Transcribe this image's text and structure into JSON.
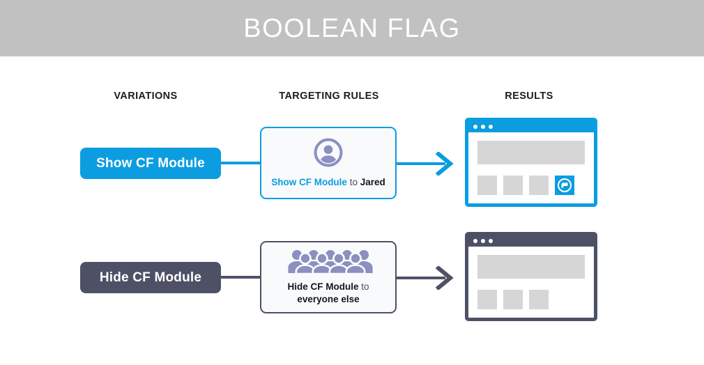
{
  "header": {
    "title": "BOOLEAN FLAG",
    "background_color": "#c1c1c1",
    "text_color": "#ffffff"
  },
  "columns": {
    "variations": "VARIATIONS",
    "targeting_rules": "TARGETING RULES",
    "results": "RESULTS"
  },
  "colors": {
    "accent_blue": "#0b9de0",
    "dark_slate": "#4e5166",
    "person_icon": "#8b90c0",
    "placeholder_gray": "#d6d6d6",
    "card_background": "#f8fafc"
  },
  "rows": [
    {
      "variation": {
        "label": "Show CF Module",
        "color": "#0b9de0"
      },
      "rule": {
        "icon": "single-person-icon",
        "action": "Show CF Module",
        "connector": "to",
        "target": "Jared"
      },
      "result": {
        "window_color": "#0b9de0",
        "dots": 3,
        "tiles": 3,
        "cf_module_visible": true,
        "cf_module_icon": "cf-module-flag-icon"
      },
      "arrow_color": "#0b9de0"
    },
    {
      "variation": {
        "label": "Hide CF Module",
        "color": "#4e5166"
      },
      "rule": {
        "icon": "group-of-people-icon",
        "action": "Hide CF Module",
        "connector": "to",
        "target": "everyone else"
      },
      "result": {
        "window_color": "#4e5166",
        "dots": 3,
        "tiles": 3,
        "cf_module_visible": false,
        "cf_module_icon": ""
      },
      "arrow_color": "#4e5166"
    }
  ]
}
